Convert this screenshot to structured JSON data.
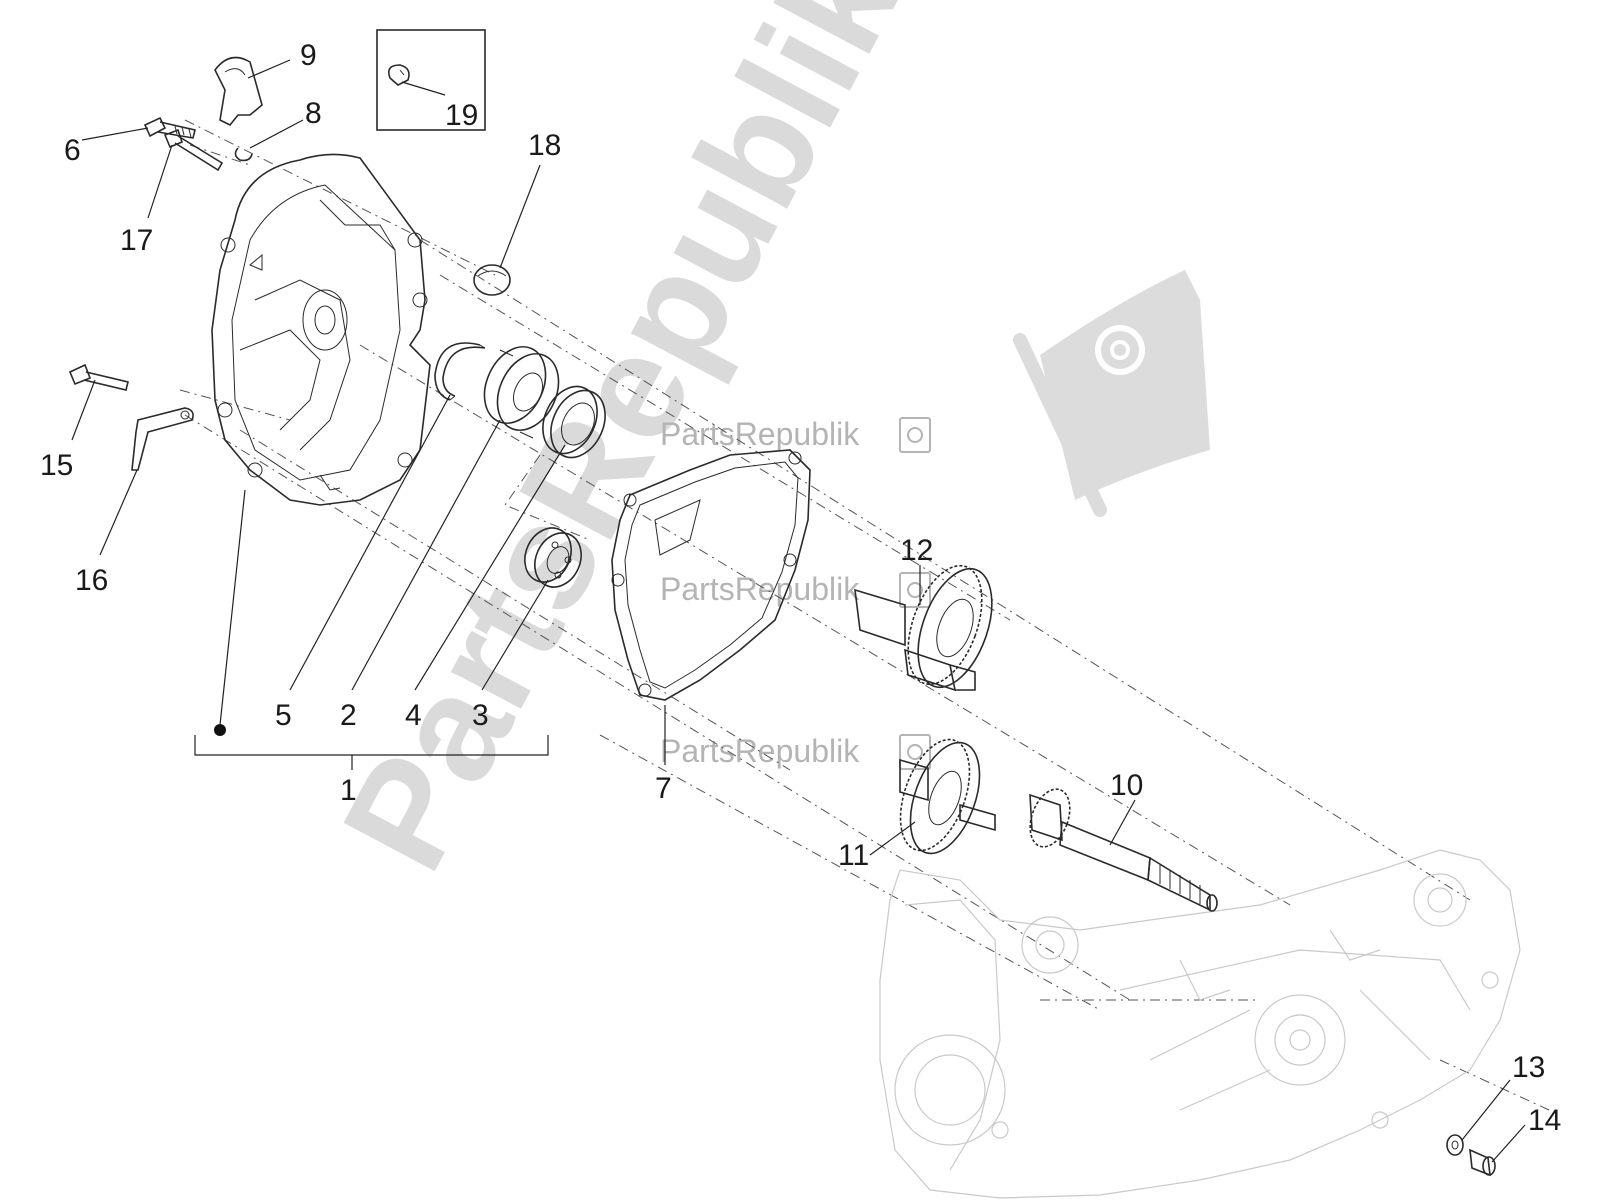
{
  "watermark": {
    "brand": "PartsRepublik"
  },
  "callouts": [
    {
      "id": "1",
      "label": "1"
    },
    {
      "id": "2",
      "label": "2"
    },
    {
      "id": "3",
      "label": "3"
    },
    {
      "id": "4",
      "label": "4"
    },
    {
      "id": "5",
      "label": "5"
    },
    {
      "id": "6",
      "label": "6"
    },
    {
      "id": "7",
      "label": "7"
    },
    {
      "id": "8",
      "label": "8"
    },
    {
      "id": "9",
      "label": "9"
    },
    {
      "id": "10",
      "label": "10"
    },
    {
      "id": "11",
      "label": "11"
    },
    {
      "id": "12",
      "label": "12"
    },
    {
      "id": "13",
      "label": "13"
    },
    {
      "id": "14",
      "label": "14"
    },
    {
      "id": "15",
      "label": "15"
    },
    {
      "id": "16",
      "label": "16"
    },
    {
      "id": "17",
      "label": "17"
    },
    {
      "id": "18",
      "label": "18"
    },
    {
      "id": "19",
      "label": "19"
    }
  ],
  "colors": {
    "line": "#2a2a2a",
    "watermark": "#dadada"
  }
}
